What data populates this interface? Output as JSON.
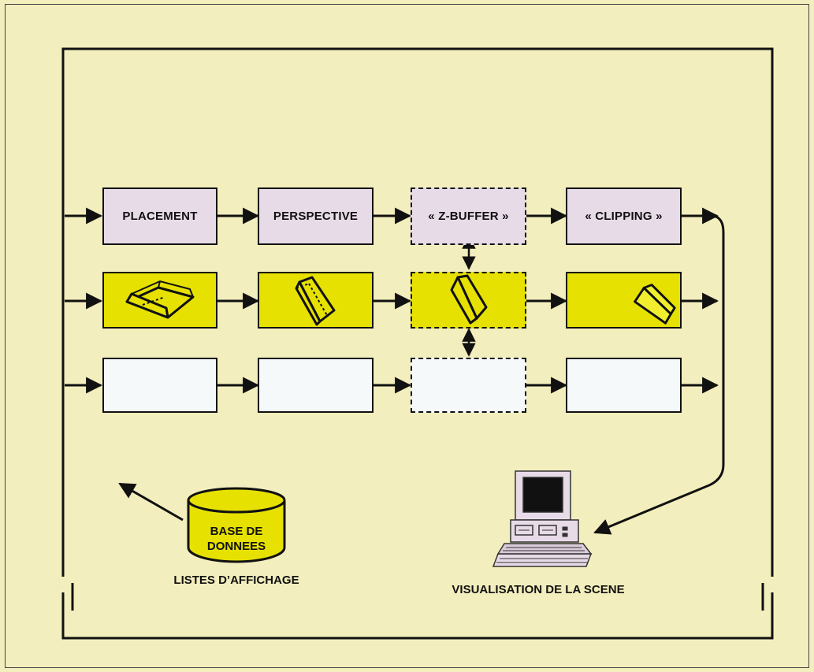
{
  "pipeline": {
    "stages": [
      {
        "label": "PLACEMENT"
      },
      {
        "label": "PERSPECTIVE"
      },
      {
        "label": "« Z-BUFFER »"
      },
      {
        "label": "« CLIPPING »"
      }
    ]
  },
  "database": {
    "line1": "BASE DE",
    "line2": "DONNEES",
    "caption": "LISTES D’AFFICHAGE"
  },
  "display": {
    "caption": "VISUALISATION DE LA SCENE"
  },
  "colors": {
    "background": "#f3eebd",
    "stage_header": "#e8dbe8",
    "geometry_row": "#e6e100",
    "empty_row": "#f6f9fa"
  }
}
